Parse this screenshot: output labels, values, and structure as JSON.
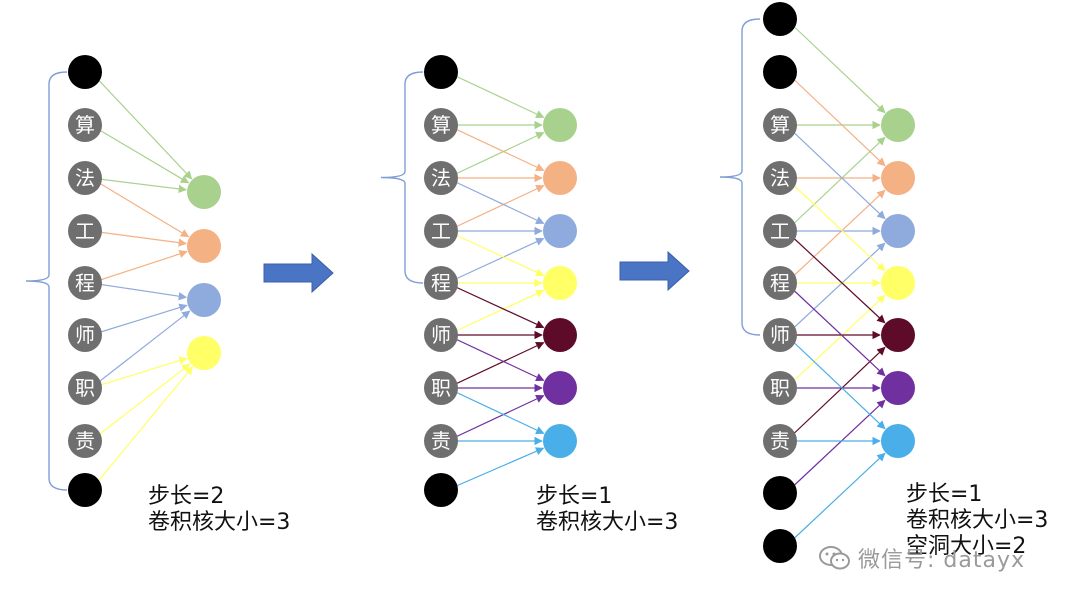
{
  "tokens": [
    "算",
    "法",
    "工",
    "程",
    "师",
    "职",
    "责"
  ],
  "panels": [
    {
      "caption": [
        "步长=2",
        "卷积核大小=3"
      ]
    },
    {
      "caption": [
        "步长=1",
        "卷积核大小=3"
      ]
    },
    {
      "caption": [
        "步长=1",
        "卷积核大小=3",
        "空洞大小=2"
      ]
    }
  ],
  "colors": {
    "pad": "#000000",
    "token": "#6f6f6f",
    "outputs": [
      "#a9d18e",
      "#f4b183",
      "#8faadc",
      "#ffff66",
      "#5e0b2a",
      "#7030a0",
      "#4aaee8"
    ],
    "arrow": "#4a74c4",
    "brace": "#7f9ed6"
  },
  "watermark": "微信号: datayx",
  "icons": {
    "watermark": "wechat-icon",
    "arrow": "right-arrow-icon"
  }
}
